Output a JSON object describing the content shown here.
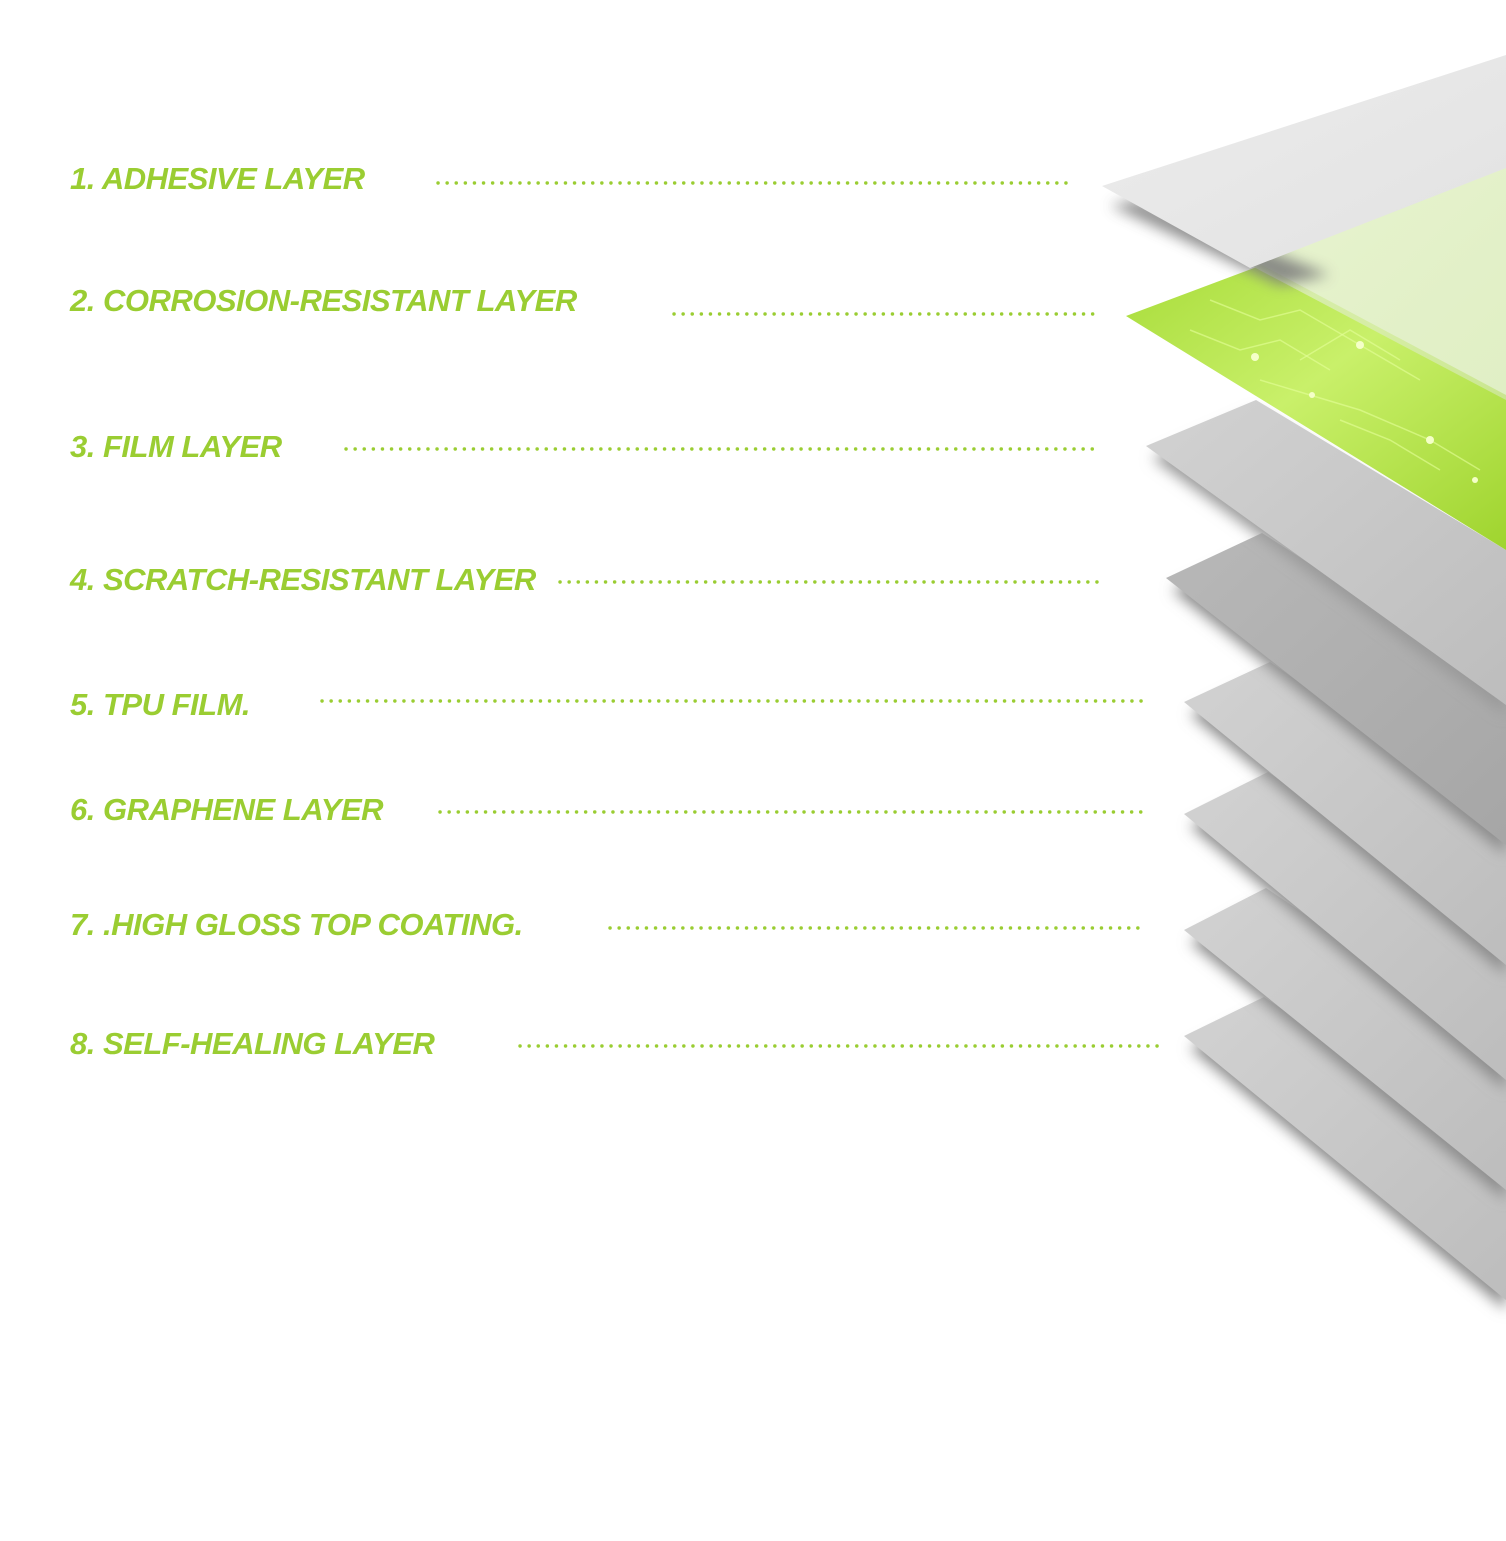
{
  "colors": {
    "accent": "#9ACD32",
    "background": "#FFFFFF",
    "sheet_light": "#E8E8E8",
    "sheet_gray": "#C9C9C9",
    "sheet_shadow": "#8E8E8E",
    "green_sheet": "#B5E34A"
  },
  "layers": [
    {
      "label": "1. ADHESIVE LAYER"
    },
    {
      "label": "2. CORROSION-RESISTANT LAYER"
    },
    {
      "label": "3. FILM LAYER"
    },
    {
      "label": "4. SCRATCH-RESISTANT LAYER"
    },
    {
      "label": "5. TPU FILM."
    },
    {
      "label": "6. GRAPHENE LAYER"
    },
    {
      "label": "7. .HIGH GLOSS TOP COATING."
    },
    {
      "label": "8. SELF-HEALING LAYER"
    }
  ]
}
